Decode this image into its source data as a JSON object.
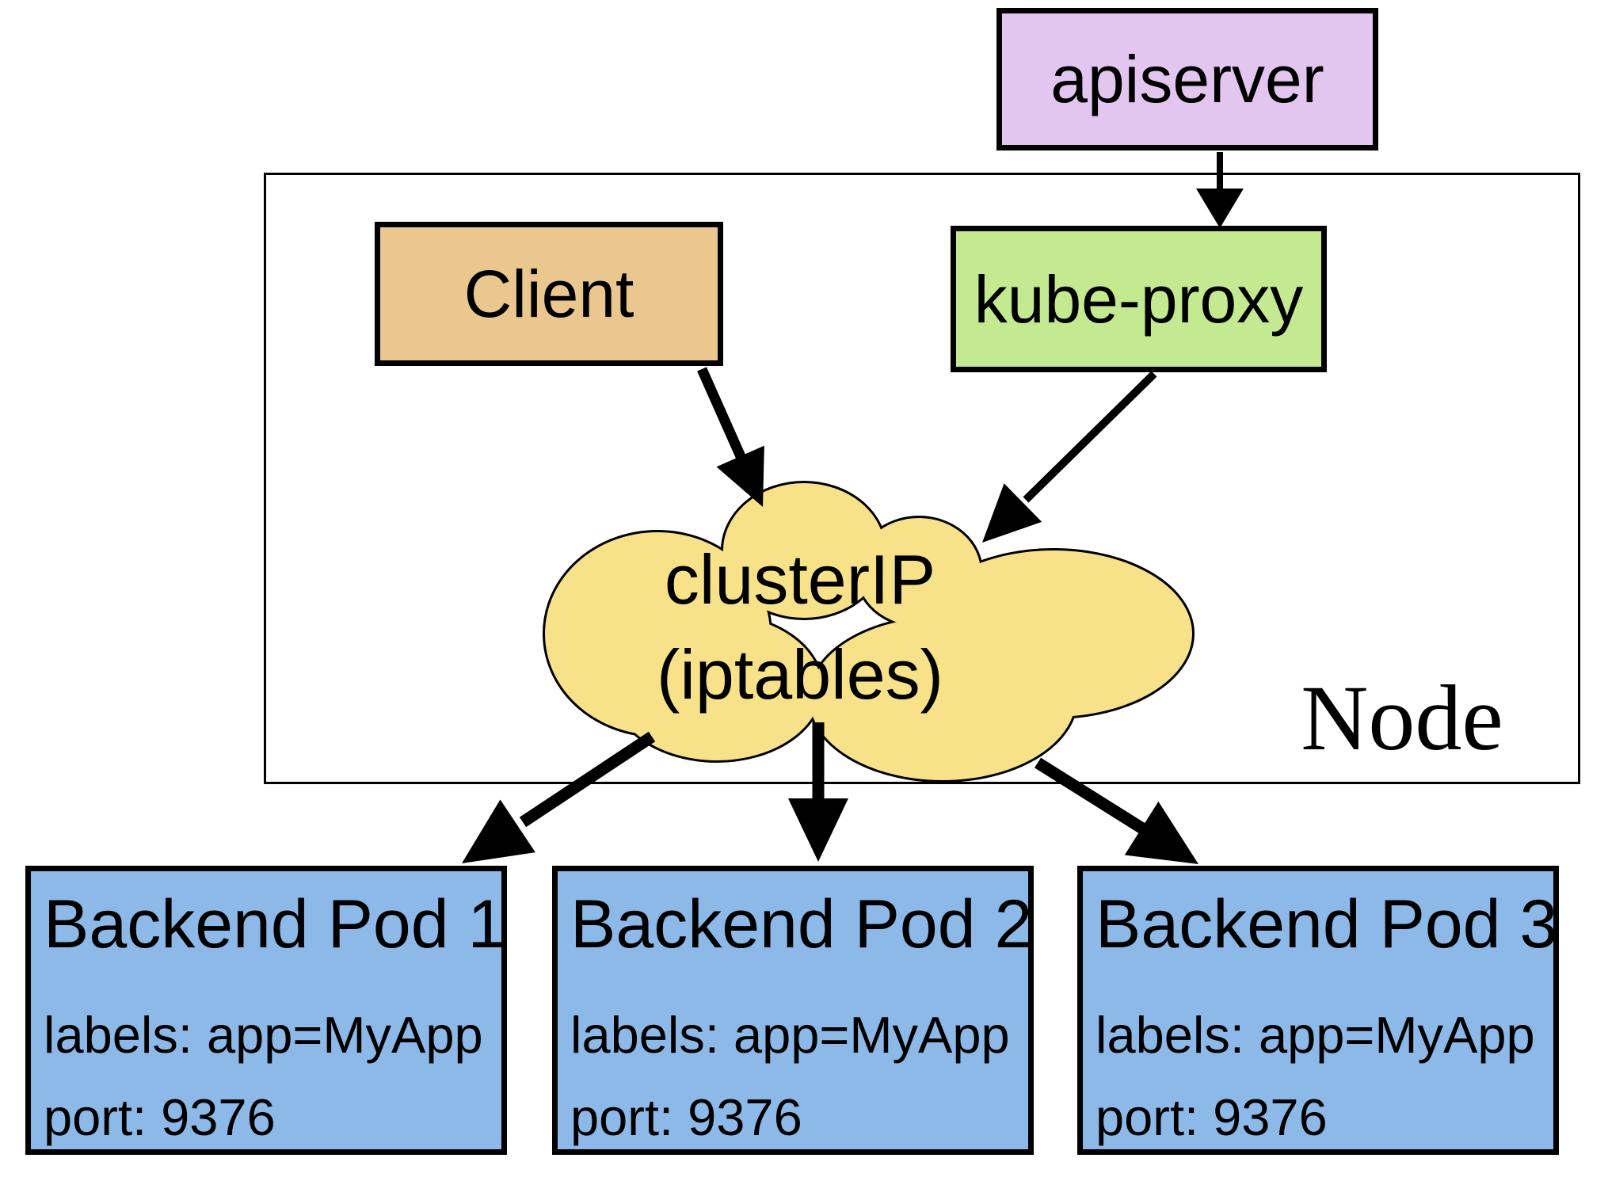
{
  "colors": {
    "apiserver-fill": "#e3c6f0",
    "client-fill": "#e9c78e",
    "kube-proxy-fill": "#c3ea91",
    "cloud-fill": "#f7e189",
    "pod-fill": "#8cb9e8",
    "line-stroke": "#000000"
  },
  "nodes": {
    "apiserver": {
      "label": "apiserver"
    },
    "client": {
      "label": "Client"
    },
    "kube_proxy": {
      "label": "kube-proxy"
    },
    "cluster_ip": {
      "line1": "clusterIP",
      "line2": "(iptables)"
    },
    "node_boundary": {
      "label": "Node"
    },
    "pods": [
      {
        "title": "Backend Pod 1",
        "labels_line": "labels: app=MyApp",
        "port_line": "port: 9376"
      },
      {
        "title": "Backend Pod 2",
        "labels_line": "labels: app=MyApp",
        "port_line": "port: 9376"
      },
      {
        "title": "Backend Pod 3",
        "labels_line": "labels: app=MyApp",
        "port_line": "port: 9376"
      }
    ]
  },
  "edges": [
    {
      "from": "apiserver",
      "to": "kube-proxy"
    },
    {
      "from": "Client",
      "to": "clusterIP (iptables)"
    },
    {
      "from": "kube-proxy",
      "to": "clusterIP (iptables)"
    },
    {
      "from": "clusterIP (iptables)",
      "to": "Backend Pod 1"
    },
    {
      "from": "clusterIP (iptables)",
      "to": "Backend Pod 2"
    },
    {
      "from": "clusterIP (iptables)",
      "to": "Backend Pod 3"
    }
  ]
}
